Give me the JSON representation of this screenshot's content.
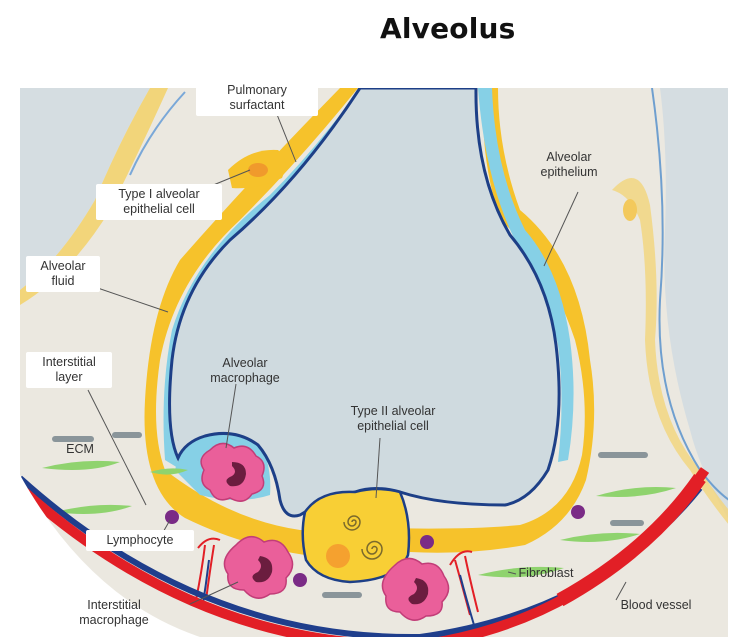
{
  "title": "Alveolus",
  "labels": {
    "pulmonary_surfactant": "Pulmonary\nsurfactant",
    "type1_cell": "Type I alveolar\nepithelial cell",
    "alveolar_epithelium": "Alveolar\nepithelium",
    "alveolar_fluid": "Alveolar\nfluid",
    "interstitial_layer": "Interstitial\nlayer",
    "alveolar_macrophage": "Alveolar\nmacrophage",
    "type2_cell": "Type II alveolar\nepithelial cell",
    "ecm": "ECM",
    "lymphocyte": "Lymphocyte",
    "fibroblast": "Fibroblast",
    "interstitial_macrophage": "Interstitial\nmacrophage",
    "blood_vessel": "Blood vessel"
  },
  "colors": {
    "background": "#eceae2",
    "air_space": "#cfdadf",
    "fluid": "#86d0e6",
    "epithelium": "#f6c22b",
    "membrane": "#1d3f87",
    "vessel_red": "#e21f26",
    "vessel_blue": "#1f3e8c",
    "macrophage": "#e9609a",
    "fibroblast": "#8fd36e",
    "ecm_fiber": "#8a959a",
    "lymphocyte": "#7a2b86"
  }
}
